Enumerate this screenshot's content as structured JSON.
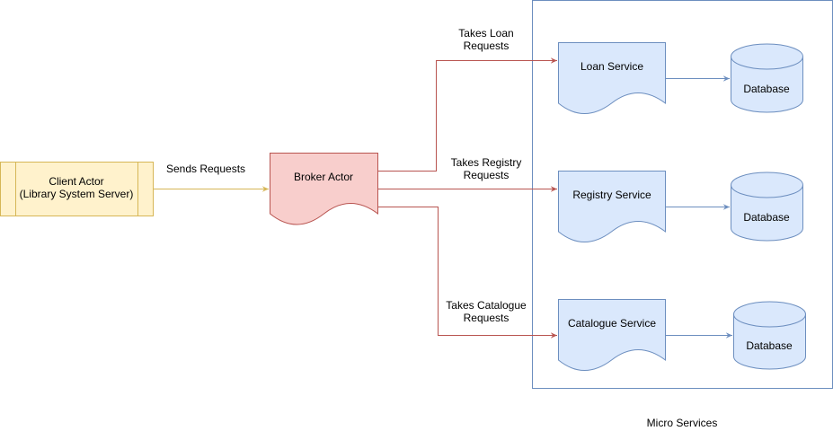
{
  "client": {
    "line1": "Client Actor",
    "line2": "(Library System Server)"
  },
  "broker": {
    "label": "Broker Actor"
  },
  "edges": {
    "sends": "Sends Requests",
    "loan": {
      "line1": "Takes Loan",
      "line2": "Requests"
    },
    "registry": {
      "line1": "Takes Registry",
      "line2": "Requests"
    },
    "catalogue": {
      "line1": "Takes Catalogue",
      "line2": "Requests"
    }
  },
  "services": {
    "loan": "Loan Service",
    "registry": "Registry Service",
    "catalogue": "Catalogue Service"
  },
  "databases": {
    "loan": "Database",
    "registry": "Database",
    "catalogue": "Database"
  },
  "container": {
    "label": "Micro Services"
  },
  "colors": {
    "client_fill": "#fff2cc",
    "client_stroke": "#d6b656",
    "broker_fill": "#f8cecc",
    "broker_stroke": "#b85450",
    "service_fill": "#dae8fc",
    "service_stroke": "#6c8ebf",
    "red_edge": "#b85450",
    "yellow_edge": "#d6b656",
    "blue_edge": "#6c8ebf"
  }
}
